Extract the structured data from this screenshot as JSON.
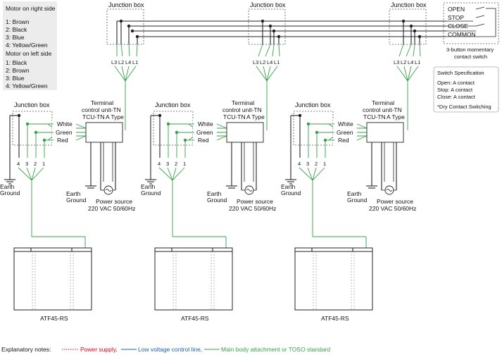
{
  "legend_top": {
    "right_title": "Motor on right side",
    "right_items": [
      "1: Brown",
      "2: Black",
      "3: Blue",
      "4: Yellow/Green"
    ],
    "left_title": "Motor on left side",
    "left_items": [
      "1: Black",
      "2: Brown",
      "3: Blue",
      "4: Yellow/Green"
    ]
  },
  "switch": {
    "labels": [
      "OPEN",
      "STOP",
      "CLOSE",
      "COMMON"
    ],
    "caption": [
      "3-button momentary",
      "contact switch"
    ],
    "spec_title": "Switch Specification",
    "spec_items": [
      "Open:  A contact",
      "Stop:  A contact",
      "Close: A contact",
      "*Dry Contact Switching"
    ]
  },
  "top_junction": {
    "label": "Junction box",
    "pins": [
      "L3",
      "L2",
      "L4",
      "L1"
    ]
  },
  "unit": {
    "junction_label": "Junction box",
    "pins": [
      "4",
      "3",
      "2",
      "1"
    ],
    "wires": [
      "White",
      "Green",
      "Red"
    ],
    "terminal_title": [
      "Terminal",
      "control unit-TN"
    ],
    "model": "TCU-TN",
    "type": "A Type",
    "ground_label": [
      "Earth",
      "Ground"
    ],
    "power_label": [
      "Power source",
      "220 VAC 50/60Hz"
    ],
    "motor_label": "ATF45-RS"
  },
  "notes": {
    "prefix": "Explanatory notes:",
    "items": [
      {
        "label": "Power supply,",
        "color": "#e0001a"
      },
      {
        "label": "Low voltage control line,",
        "color": "#1a5fb4"
      },
      {
        "label": "Main body attachment or TOSO standard",
        "color": "#36a047"
      }
    ]
  }
}
